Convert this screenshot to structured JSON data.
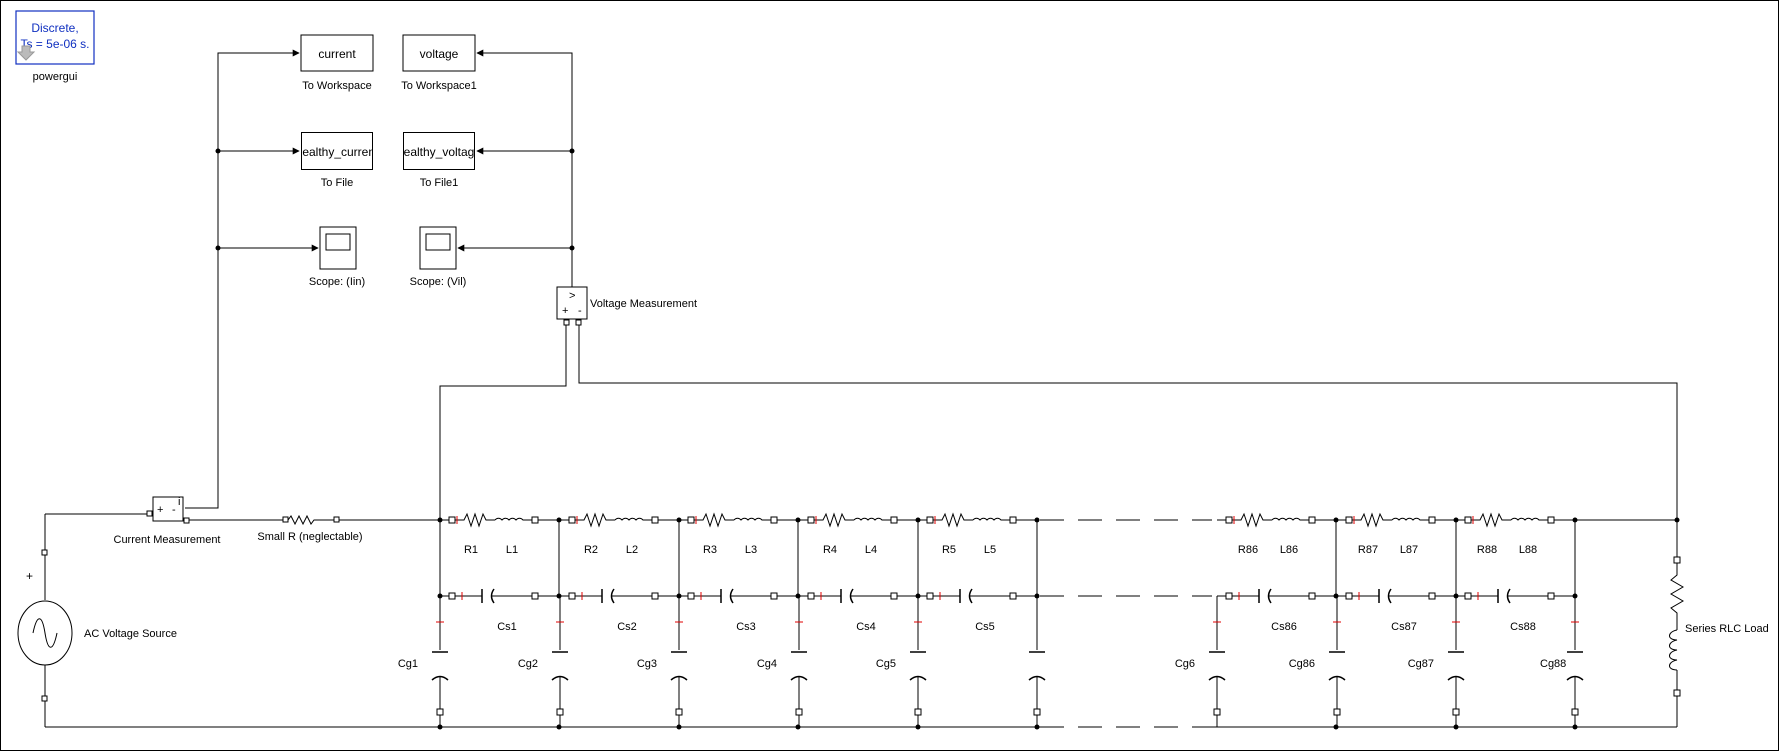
{
  "powergui": {
    "line1": "Discrete,",
    "line2": "Ts = 5e-06 s.",
    "label": "powergui"
  },
  "sinks": [
    {
      "text": "current",
      "label": "To Workspace"
    },
    {
      "text": "voltage",
      "label": "To Workspace1"
    },
    {
      "text": "healthy_current",
      "label": "To File"
    },
    {
      "text": "healthy_voltage",
      "label": "To File1"
    }
  ],
  "scopes": [
    {
      "label": "Scope: (Iin)"
    },
    {
      "label": "Scope: (Vil)"
    }
  ],
  "voltage_measurement": {
    "label": "Voltage Measurement",
    "port_v": ">",
    "port_plus": "+",
    "port_minus": "-"
  },
  "current_measurement": {
    "label": "Current Measurement",
    "port_i": "i",
    "port_plus": "+",
    "port_minus": "-"
  },
  "small_r": {
    "label": "Small R (neglectable)"
  },
  "source": {
    "label": "AC Voltage Source",
    "plus": "+"
  },
  "load": {
    "label": "Series RLC Load"
  },
  "sections": [
    {
      "r": "R1",
      "l": "L1",
      "cs": "Cs1",
      "cg": "Cg1"
    },
    {
      "r": "R2",
      "l": "L2",
      "cs": "Cs2",
      "cg": "Cg2"
    },
    {
      "r": "R3",
      "l": "L3",
      "cs": "Cs3",
      "cg": "Cg3"
    },
    {
      "r": "R4",
      "l": "L4",
      "cs": "Cs4",
      "cg": "Cg4"
    },
    {
      "r": "R5",
      "l": "L5",
      "cs": "Cs5",
      "cg": "Cg5"
    },
    {
      "r": "R86",
      "l": "L86",
      "cs": "Cs86",
      "cg": "Cg6"
    },
    {
      "r": "R87",
      "l": "L87",
      "cs": "Cs87",
      "cg": "Cg86"
    },
    {
      "r": "R88",
      "l": "L88",
      "cs": "Cs88",
      "cg": "Cg87"
    }
  ],
  "extra_cg": "Cg88",
  "colors": {
    "wire": "#000000",
    "text_blue": "#1030c0",
    "marker": "#e00000"
  }
}
